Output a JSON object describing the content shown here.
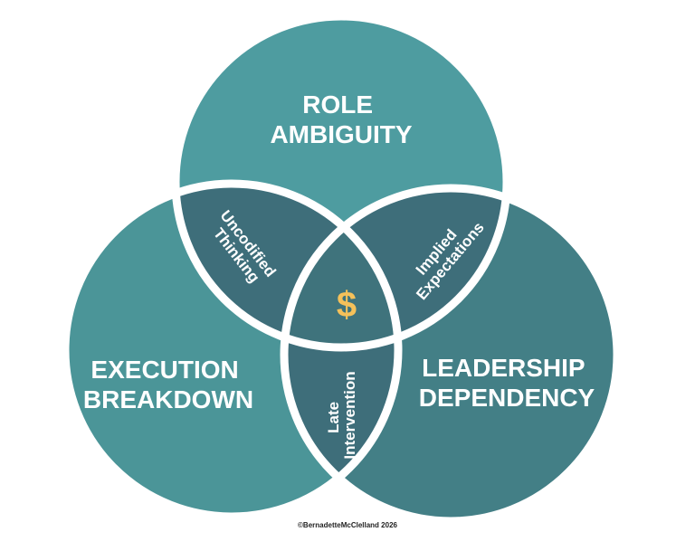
{
  "diagram": {
    "type": "three-circle-venn",
    "colors": {
      "top_circle": "#4E9CA0",
      "left_circle": "#4B9598",
      "right_circle": "#437F86",
      "intersection": "#3E6E7A",
      "center": "#3F737C",
      "stroke": "#ffffff",
      "center_symbol": "#F5C15A"
    },
    "circles": {
      "top": {
        "line1": "ROLE",
        "line2": "AMBIGUITY"
      },
      "left": {
        "line1": "EXECUTION",
        "line2": "BREAKDOWN"
      },
      "right": {
        "line1": "LEADERSHIP",
        "line2": "DEPENDENCY"
      }
    },
    "intersections": {
      "top_left": {
        "line1": "Uncodified",
        "line2": "Thinking"
      },
      "top_right": {
        "line1": "Implied",
        "line2": "Expectations"
      },
      "left_right": {
        "line1": "Late",
        "line2": "Intervention"
      }
    },
    "center": {
      "symbol": "$",
      "icon": "dollar-sign-icon"
    }
  },
  "caption": "©BernadetteMcClelland 2026"
}
